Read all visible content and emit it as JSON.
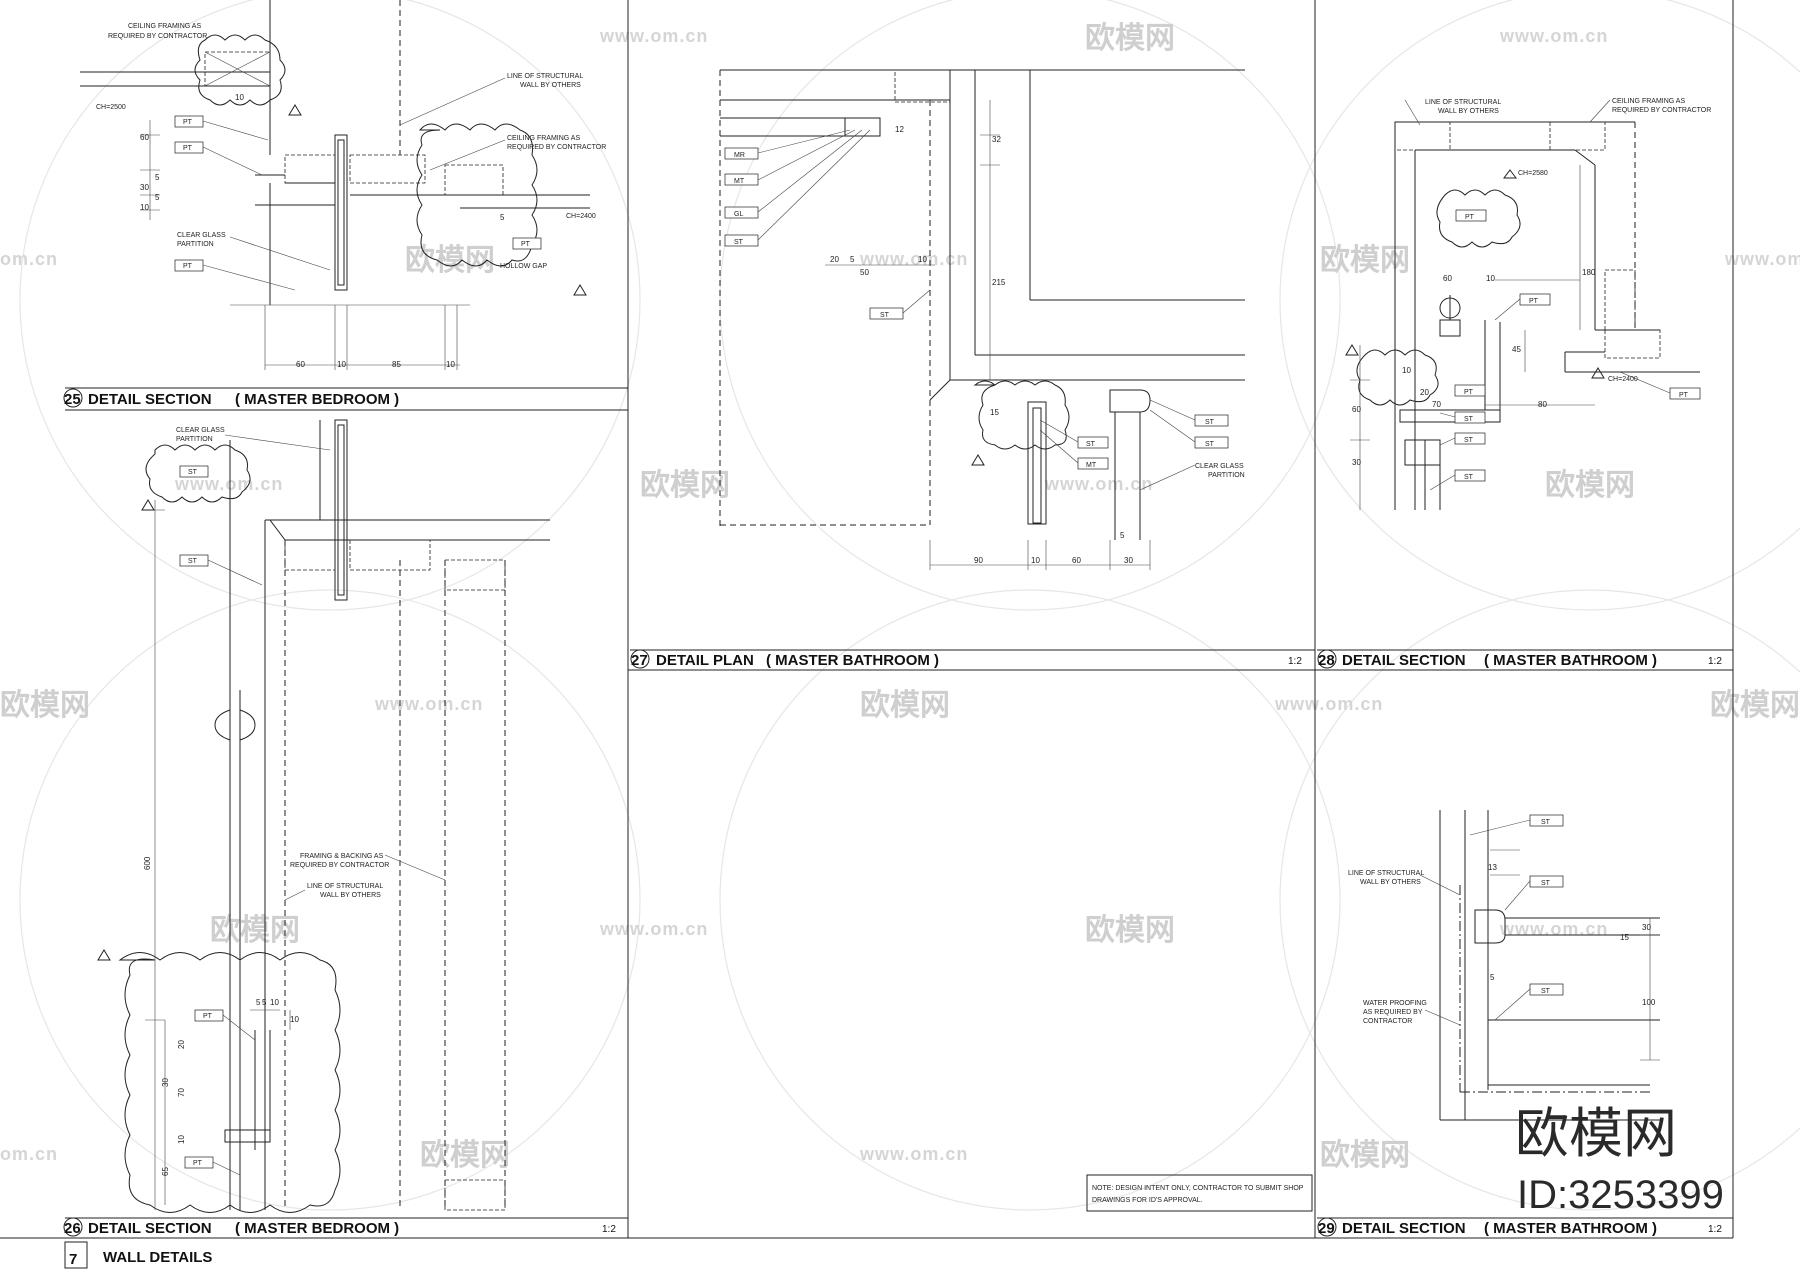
{
  "sheet": {
    "number": "7",
    "title": "WALL DETAILS",
    "watermark_text": "欧模网",
    "watermark_url": "www.om.cn",
    "watermark_url_short": "om.cn",
    "brand": "欧模网",
    "brand_id": "ID:3253399"
  },
  "details": [
    {
      "num": "25",
      "title": "DETAIL SECTION",
      "room": "( MASTER BEDROOM )",
      "scale": ""
    },
    {
      "num": "26",
      "title": "DETAIL SECTION",
      "room": "( MASTER BEDROOM )",
      "scale": "1:2"
    },
    {
      "num": "27",
      "title": "DETAIL PLAN",
      "room": "( MASTER BATHROOM )",
      "scale": "1:2"
    },
    {
      "num": "28",
      "title": "DETAIL SECTION",
      "room": "( MASTER BATHROOM )",
      "scale": "1:2"
    },
    {
      "num": "29",
      "title": "DETAIL SECTION",
      "room": "( MASTER BATHROOM )",
      "scale": "1:2"
    }
  ],
  "note": {
    "line1": "NOTE: DESIGN INTENT ONLY, CONTRACTOR TO SUBMIT SHOP",
    "line2": "DRAWINGS FOR ID'S APPROVAL."
  },
  "d25": {
    "ceiling_framing_1": "CEILING FRAMING AS",
    "ceiling_framing_2": "REQUIRED BY CONTRACTOR",
    "structural_1": "LINE OF STRUCTURAL",
    "structural_2": "WALL BY OTHERS",
    "ch_left": "CH=2500",
    "ch_right": "CH=2400",
    "glass_1": "CLEAR GLASS",
    "glass_2": "PARTITION",
    "reveal": "HOLLOW GAP",
    "tags": [
      "PT",
      "PT",
      "PT",
      "PT"
    ],
    "dims_v": [
      "60",
      "30",
      "10",
      "10"
    ],
    "dims_h": [
      "60",
      "10",
      "85",
      "10"
    ],
    "dim_small": [
      "5",
      "5",
      "5"
    ]
  },
  "d26": {
    "glass_1": "CLEAR GLASS",
    "glass_2": "PARTITION",
    "framing_1": "FRAMING & BACKING AS",
    "framing_2": "REQUIRED BY CONTRACTOR",
    "structural_1": "LINE OF STRUCTURAL",
    "structural_2": "WALL BY OTHERS",
    "tags": [
      "ST",
      "ST",
      "PT",
      "PT"
    ],
    "dims_v": [
      "600",
      "20",
      "30",
      "70",
      "10",
      "65"
    ],
    "dims_h": [
      "5",
      "5",
      "10",
      "10"
    ]
  },
  "d27": {
    "tags": [
      "MR",
      "MT",
      "GL",
      "ST",
      "ST",
      "ST",
      "MT",
      "ST",
      "ST"
    ],
    "dims_v": [
      "12",
      "32",
      "215",
      "15"
    ],
    "dims_h": [
      "90",
      "10",
      "60",
      "30",
      "20",
      "5",
      "50",
      "10",
      "5"
    ],
    "glass_1": "CLEAR GLASS",
    "glass_2": "PARTITION"
  },
  "d28": {
    "structural_1": "LINE OF STRUCTURAL",
    "structural_2": "WALL BY OTHERS",
    "ceiling_1": "CEILING FRAMING AS",
    "ceiling_2": "REQUIRED BY CONTRACTOR",
    "ch_top": "CH=2580",
    "ch_bottom": "CH=2400",
    "tags": [
      "PT",
      "PT",
      "PT",
      "PT",
      "ST",
      "ST",
      "ST"
    ],
    "dims": [
      "60",
      "10",
      "180",
      "45",
      "10",
      "20",
      "70",
      "80",
      "60",
      "30"
    ]
  },
  "d29": {
    "structural_1": "LINE OF STRUCTURAL",
    "structural_2": "WALL BY OTHERS",
    "water_1": "WATER PROOFING",
    "water_2": "AS REQUIRED BY",
    "water_3": "CONTRACTOR",
    "tags": [
      "ST",
      "ST",
      "ST"
    ],
    "dims": [
      "13",
      "30",
      "15",
      "5",
      "100"
    ]
  }
}
